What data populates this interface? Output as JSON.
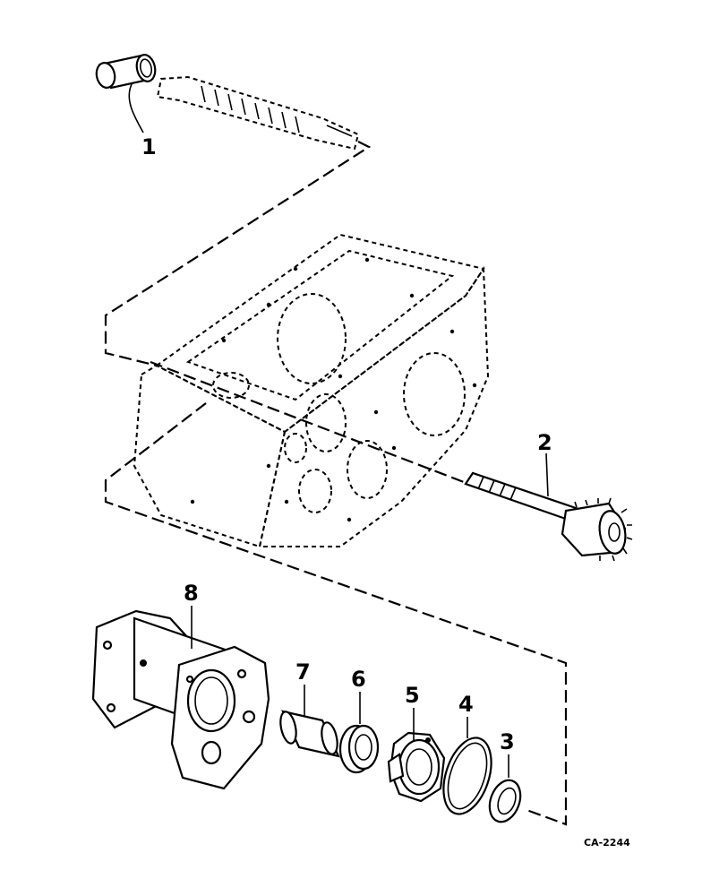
{
  "diagram": {
    "reference_code": "CA-2244",
    "callouts": [
      {
        "id": "1"
      },
      {
        "id": "2"
      },
      {
        "id": "3"
      },
      {
        "id": "4"
      },
      {
        "id": "5"
      },
      {
        "id": "6"
      },
      {
        "id": "7"
      },
      {
        "id": "8"
      }
    ]
  }
}
